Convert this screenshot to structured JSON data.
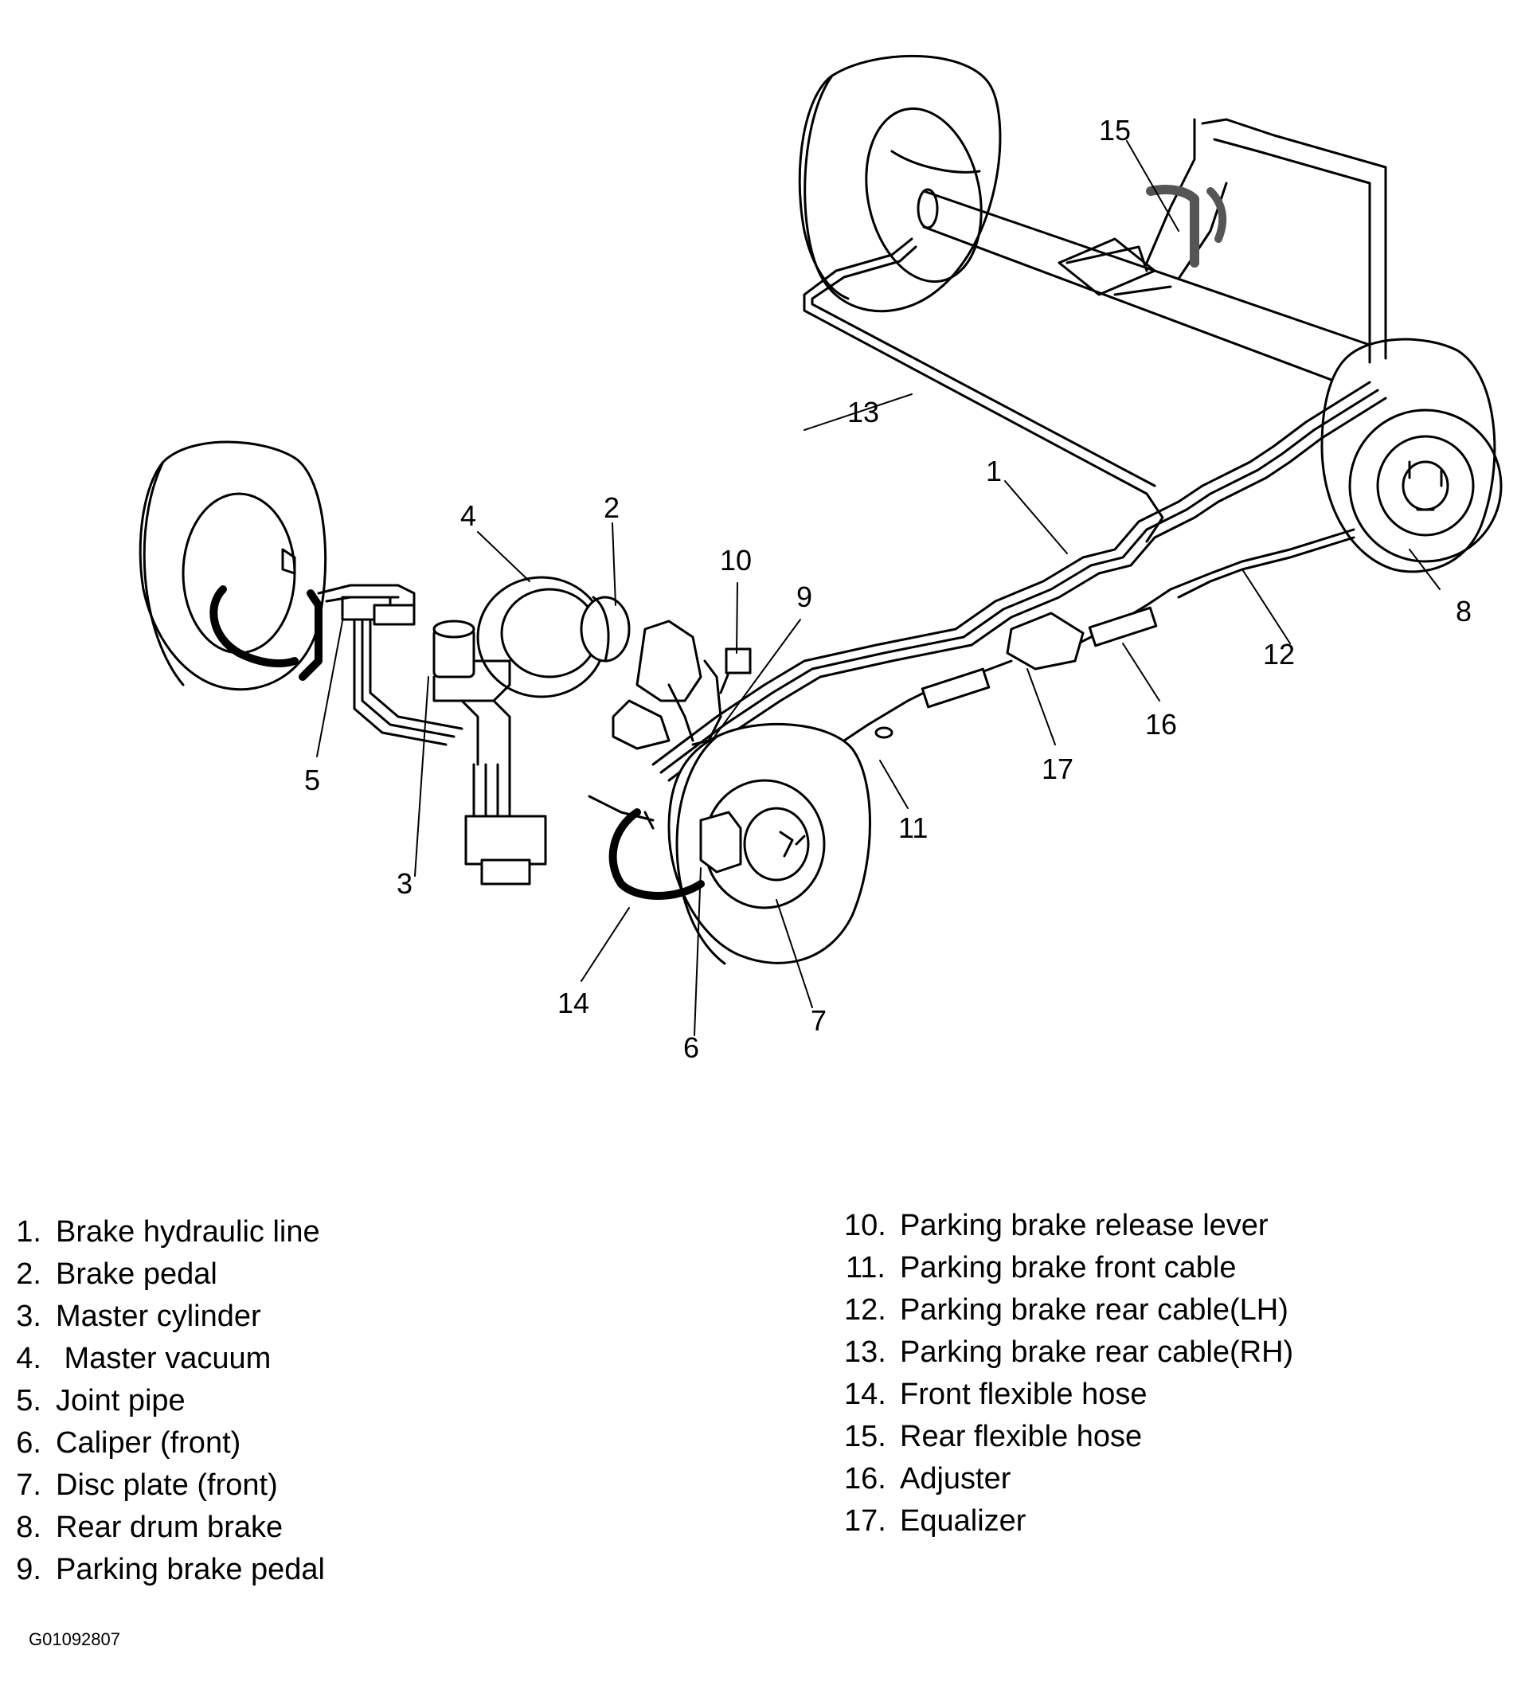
{
  "callouts": {
    "c1": "1",
    "c2": "2",
    "c3": "3",
    "c4": "4",
    "c5": "5",
    "c6": "6",
    "c7": "7",
    "c8": "8",
    "c9": "9",
    "c10": "10",
    "c11": "11",
    "c12": "12",
    "c13": "13",
    "c14": "14",
    "c15": "15",
    "c16": "16",
    "c17": "17"
  },
  "legend": {
    "left": [
      {
        "num": "1.",
        "text": "Brake hydraulic line"
      },
      {
        "num": "2.",
        "text": "Brake pedal"
      },
      {
        "num": "3.",
        "text": "Master cylinder"
      },
      {
        "num": "4.",
        "text": " Master vacuum"
      },
      {
        "num": "5.",
        "text": "Joint pipe"
      },
      {
        "num": "6.",
        "text": "Caliper (front)"
      },
      {
        "num": "7.",
        "text": "Disc plate (front)"
      },
      {
        "num": "8.",
        "text": "Rear drum brake"
      },
      {
        "num": "9.",
        "text": "Parking brake pedal"
      }
    ],
    "right": [
      {
        "num": "10.",
        "text": "Parking brake release lever"
      },
      {
        "num": "11.",
        "text": "Parking brake front cable"
      },
      {
        "num": "12.",
        "text": "Parking brake rear cable(LH)"
      },
      {
        "num": "13.",
        "text": "Parking brake rear cable(RH)"
      },
      {
        "num": "14.",
        "text": "Front flexible hose"
      },
      {
        "num": "15.",
        "text": "Rear flexible hose"
      },
      {
        "num": "16.",
        "text": "Adjuster"
      },
      {
        "num": "17.",
        "text": "Equalizer"
      }
    ]
  },
  "figure_id": "G01092807"
}
